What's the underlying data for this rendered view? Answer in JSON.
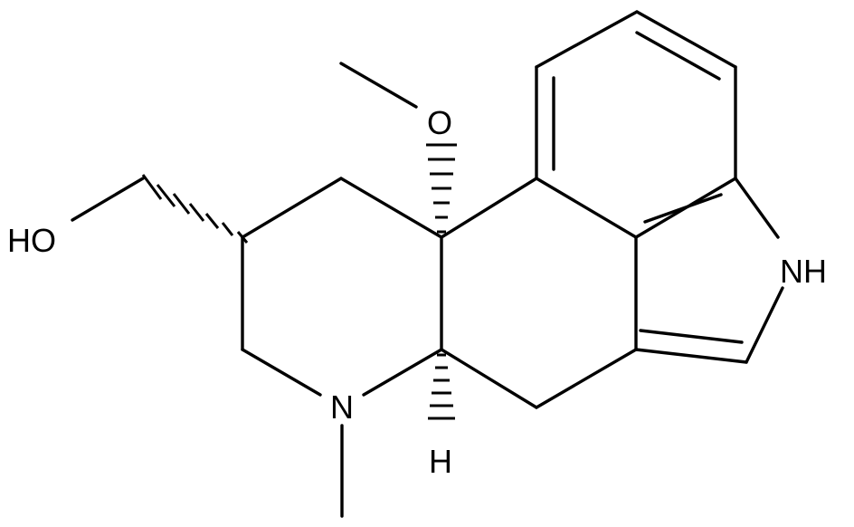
{
  "molecule": {
    "atom_labels": {
      "ho": "HO",
      "o_methoxy": "O",
      "nh": "NH",
      "n_methyl": "N",
      "h_stereo": "H"
    },
    "colors": {
      "bond": "#000000",
      "background": "#ffffff"
    }
  }
}
